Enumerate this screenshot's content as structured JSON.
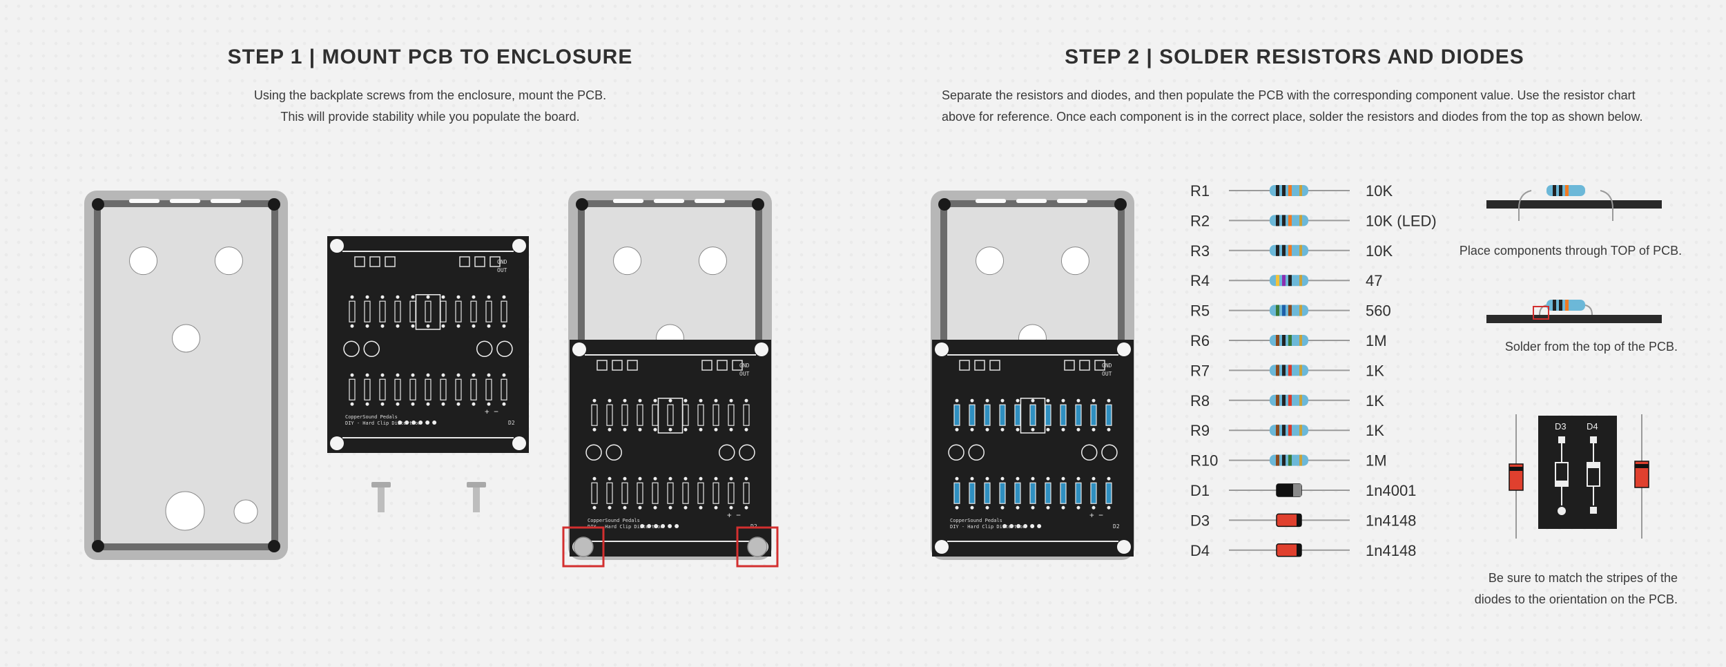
{
  "step1": {
    "title": "STEP 1 | MOUNT PCB TO ENCLOSURE",
    "line1": "Using the backplate screws from the enclosure, mount the PCB.",
    "line2": "This will provide stability while you populate the board."
  },
  "step2": {
    "title": "STEP 2 | SOLDER RESISTORS AND DIODES",
    "line1": "Separate the resistors and diodes, and then populate the PCB with the corresponding component value. Use the resistor chart",
    "line2": "above for reference. Once each component is in the correct place, solder the resistors and diodes from the top as shown below."
  },
  "pcb": {
    "brand": "CopperSound Pedals",
    "model": "DIY - Hard Clip Distortion",
    "gnd": "GND",
    "out": "OUT",
    "d2": "D2",
    "polarity": "+ −"
  },
  "components": [
    {
      "ref": "R1",
      "value": "10K",
      "kind": "resistor",
      "bands": [
        "#222222",
        "#222222",
        "#f07a22"
      ]
    },
    {
      "ref": "R2",
      "value": "10K (LED)",
      "kind": "resistor",
      "bands": [
        "#222222",
        "#222222",
        "#f07a22"
      ]
    },
    {
      "ref": "R3",
      "value": "10K",
      "kind": "resistor",
      "bands": [
        "#222222",
        "#222222",
        "#f07a22"
      ]
    },
    {
      "ref": "R4",
      "value": "47",
      "kind": "resistor",
      "bands": [
        "#f2c23a",
        "#8b2fb0",
        "#222222"
      ]
    },
    {
      "ref": "R5",
      "value": "560",
      "kind": "resistor",
      "bands": [
        "#3a7a3a",
        "#1e5fa8",
        "#8a4a1e"
      ]
    },
    {
      "ref": "R6",
      "value": "1M",
      "kind": "resistor",
      "bands": [
        "#8a4a1e",
        "#222222",
        "#3a7a3a"
      ]
    },
    {
      "ref": "R7",
      "value": "1K",
      "kind": "resistor",
      "bands": [
        "#8a4a1e",
        "#222222",
        "#d83a2a"
      ]
    },
    {
      "ref": "R8",
      "value": "1K",
      "kind": "resistor",
      "bands": [
        "#8a4a1e",
        "#222222",
        "#d83a2a"
      ]
    },
    {
      "ref": "R9",
      "value": "1K",
      "kind": "resistor",
      "bands": [
        "#8a4a1e",
        "#222222",
        "#d83a2a"
      ]
    },
    {
      "ref": "R10",
      "value": "1M",
      "kind": "resistor",
      "bands": [
        "#8a4a1e",
        "#222222",
        "#3a7a3a"
      ]
    },
    {
      "ref": "D1",
      "value": "1n4001",
      "kind": "diode",
      "body": "#111111"
    },
    {
      "ref": "D3",
      "value": "1n4148",
      "kind": "diode",
      "body": "#e0402e"
    },
    {
      "ref": "D4",
      "value": "1n4148",
      "kind": "diode",
      "body": "#e0402e"
    }
  ],
  "captions": {
    "top": "Place components through TOP of PCB.",
    "solder": "Solder from the top of the PCB.",
    "stripes1": "Be sure to match the stripes of the",
    "stripes2": "diodes to the orientation on the PCB.",
    "d3": "D3",
    "d4": "D4"
  },
  "colors": {
    "enclosure": "#b7b7b7",
    "enclosure_inner": "#dedede",
    "pcb": "#1e1e1e",
    "highlight": "#d32f2f",
    "resistor_body": "#6cb8d8"
  }
}
